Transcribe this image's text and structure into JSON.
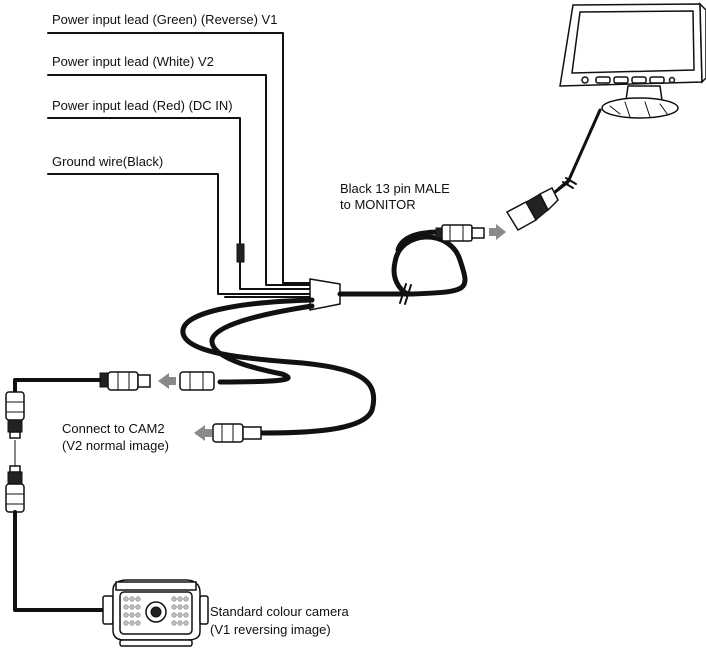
{
  "labels": {
    "green_lead": "Power input lead (Green) (Reverse) V1",
    "white_lead": "Power input lead (White) V2",
    "red_lead": "Power input lead (Red) (DC IN)",
    "ground_wire": "Ground wire(Black)",
    "monitor_line1": "Black 13 pin MALE",
    "monitor_line2": "to MONITOR",
    "cam2_line1": "Connect to CAM2",
    "cam2_line2": "(V2 normal  image)",
    "camera_line1": "Standard colour camera",
    "camera_line2": "(V1 reversing image)"
  },
  "colors": {
    "line": "#111111",
    "arrow": "#8a8a8a",
    "background": "#ffffff"
  }
}
